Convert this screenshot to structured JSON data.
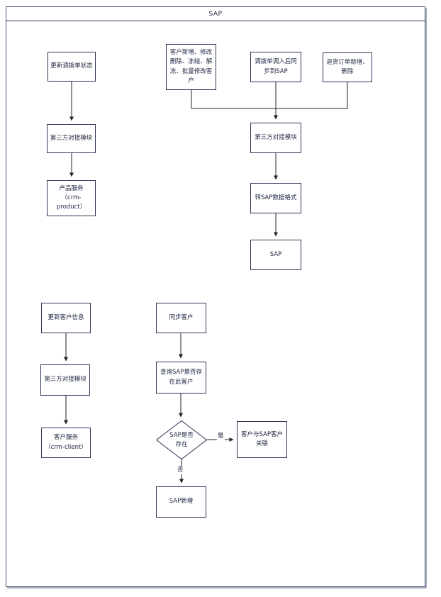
{
  "title": "SAP",
  "edge_labels": {
    "yes": "是",
    "no": "否"
  },
  "nodes": {
    "update_transfer_status": "更新调拨单状态",
    "third_party_module_left": "第三方对接模块",
    "product_service": "产品服务\n（crm-\nproduct）",
    "customer_ops": "客户新增、修改\n删除、冻结、解\n冻、批量修改客\n户",
    "transfer_sync_sap": "调拨单调入后同\n步到SAP",
    "return_order_ops": "退货订单新增、\n删除",
    "third_party_module_mid": "第三方对接模块",
    "to_sap_format": "转SAP数据格式",
    "sap": "SAP",
    "update_customer_info": "更新客户信息",
    "third_party_module_lower": "第三方对接模块",
    "customer_service": "客户服务\n（crm-client）",
    "sync_customer": "同步客户",
    "query_sap_customer": "查询SAP是否存\n在此客户",
    "sap_exists_decision": "SAP是否\n存在",
    "link_customer_sap": "客户与SAP客户\n关联",
    "sap_create": "SAP新增"
  }
}
